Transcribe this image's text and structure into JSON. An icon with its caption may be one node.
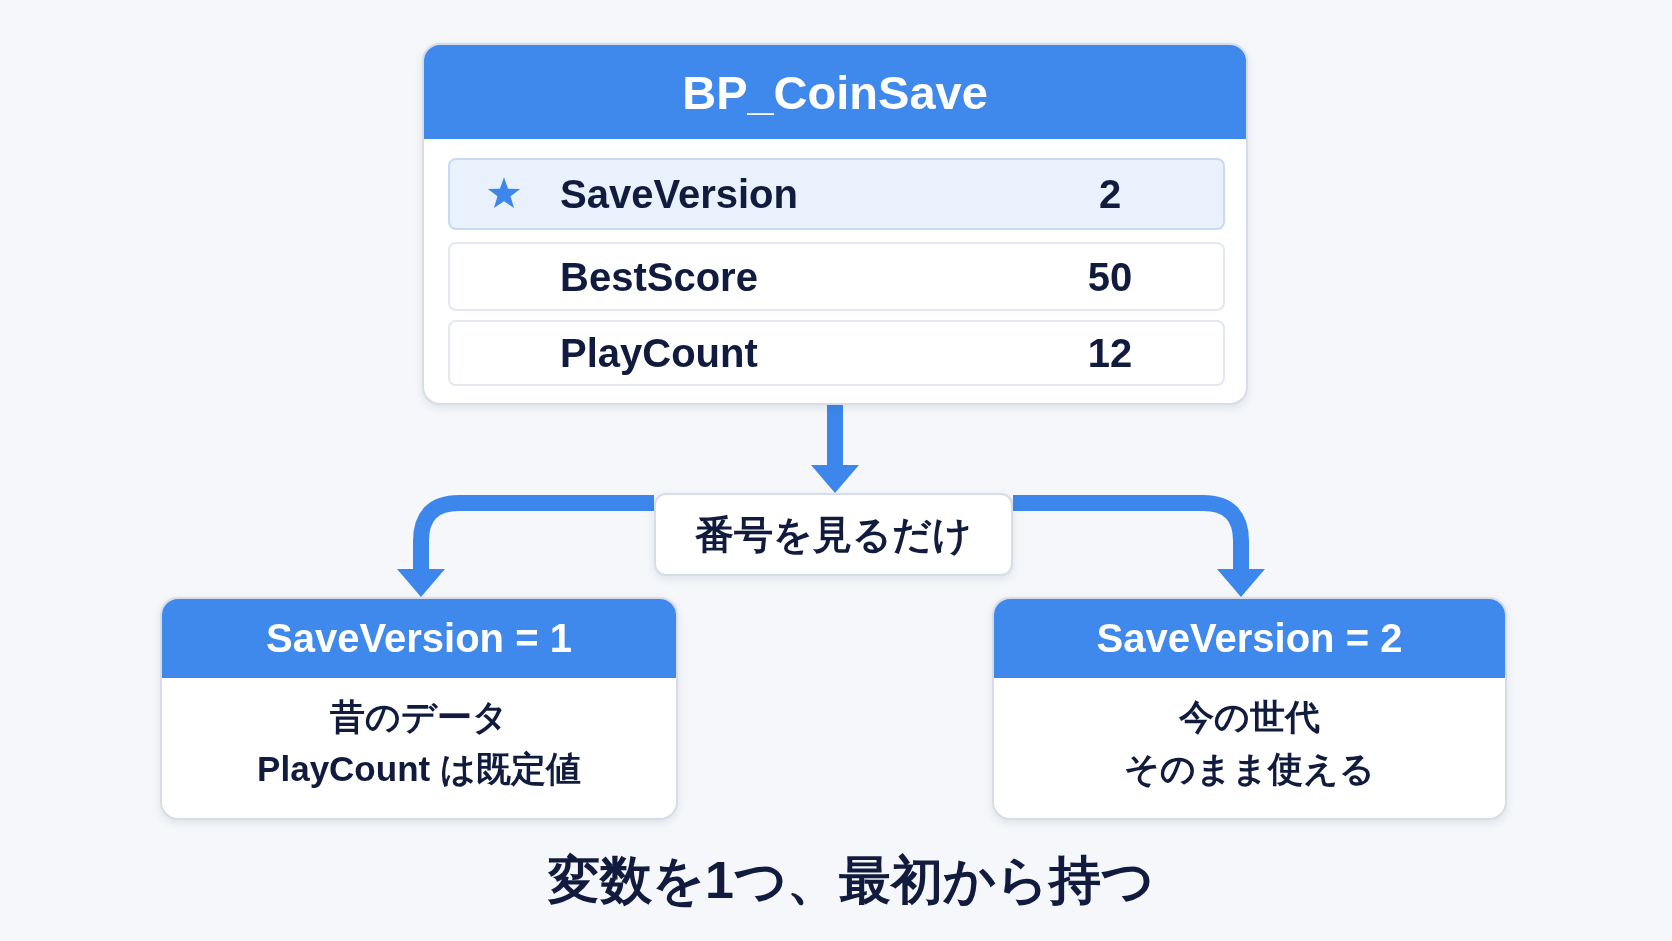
{
  "diagram": {
    "caption": "変数を1つ、最初から持つ",
    "nodes": [
      {
        "text": [
          "BP_CoinSave"
        ]
      },
      {
        "text": [
          "SaveVersion",
          "2"
        ],
        "in": 0
      },
      {
        "text": [
          "BestScore",
          "50"
        ],
        "in": 0
      },
      {
        "text": [
          "PlayCount",
          "12"
        ],
        "in": 0
      },
      {
        "text": [
          "番号を見るだけ"
        ]
      },
      {
        "text": [
          "SaveVersion = 1",
          "昔のデータ",
          "PlayCount は既定値"
        ]
      },
      {
        "text": [
          "SaveVersion = 2",
          "今の世代",
          "そのまま使える"
        ]
      }
    ],
    "edges": [
      {
        "from": 0,
        "to": 4,
        "arrow": "to"
      },
      {
        "from": 4,
        "to": 5,
        "arrow": "to"
      },
      {
        "from": 4,
        "to": 6,
        "arrow": "to"
      }
    ]
  }
}
